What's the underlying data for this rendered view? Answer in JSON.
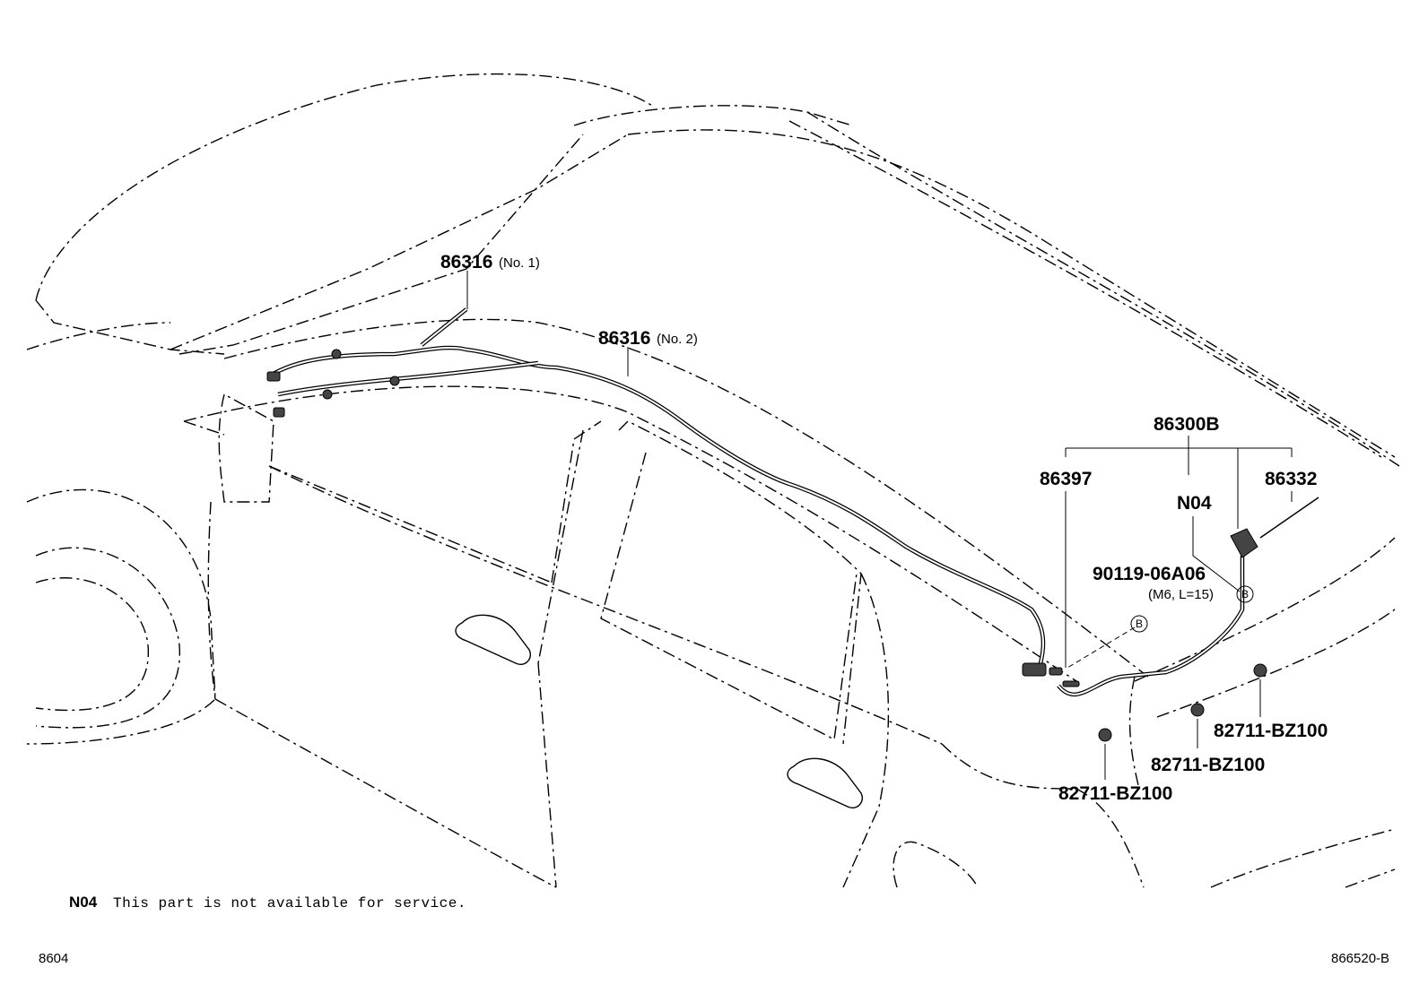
{
  "labels": {
    "p86316_1": "86316",
    "p86316_1_sub": "(No. 1)",
    "p86316_2": "86316",
    "p86316_2_sub": "(No. 2)",
    "p86300B": "86300B",
    "p86397": "86397",
    "pN04": "N04",
    "p86332": "86332",
    "p90119": "90119-06A06",
    "p90119_sub": "(M6, L=15)",
    "b_mark_1": "B",
    "b_mark_2": "B",
    "clip_1": "82711-BZ100",
    "clip_2": "82711-BZ100",
    "clip_3": "82711-BZ100"
  },
  "note": {
    "code": "N04",
    "text": "This part is not available for service."
  },
  "footer": {
    "left": "8604",
    "right": "866520-B"
  }
}
